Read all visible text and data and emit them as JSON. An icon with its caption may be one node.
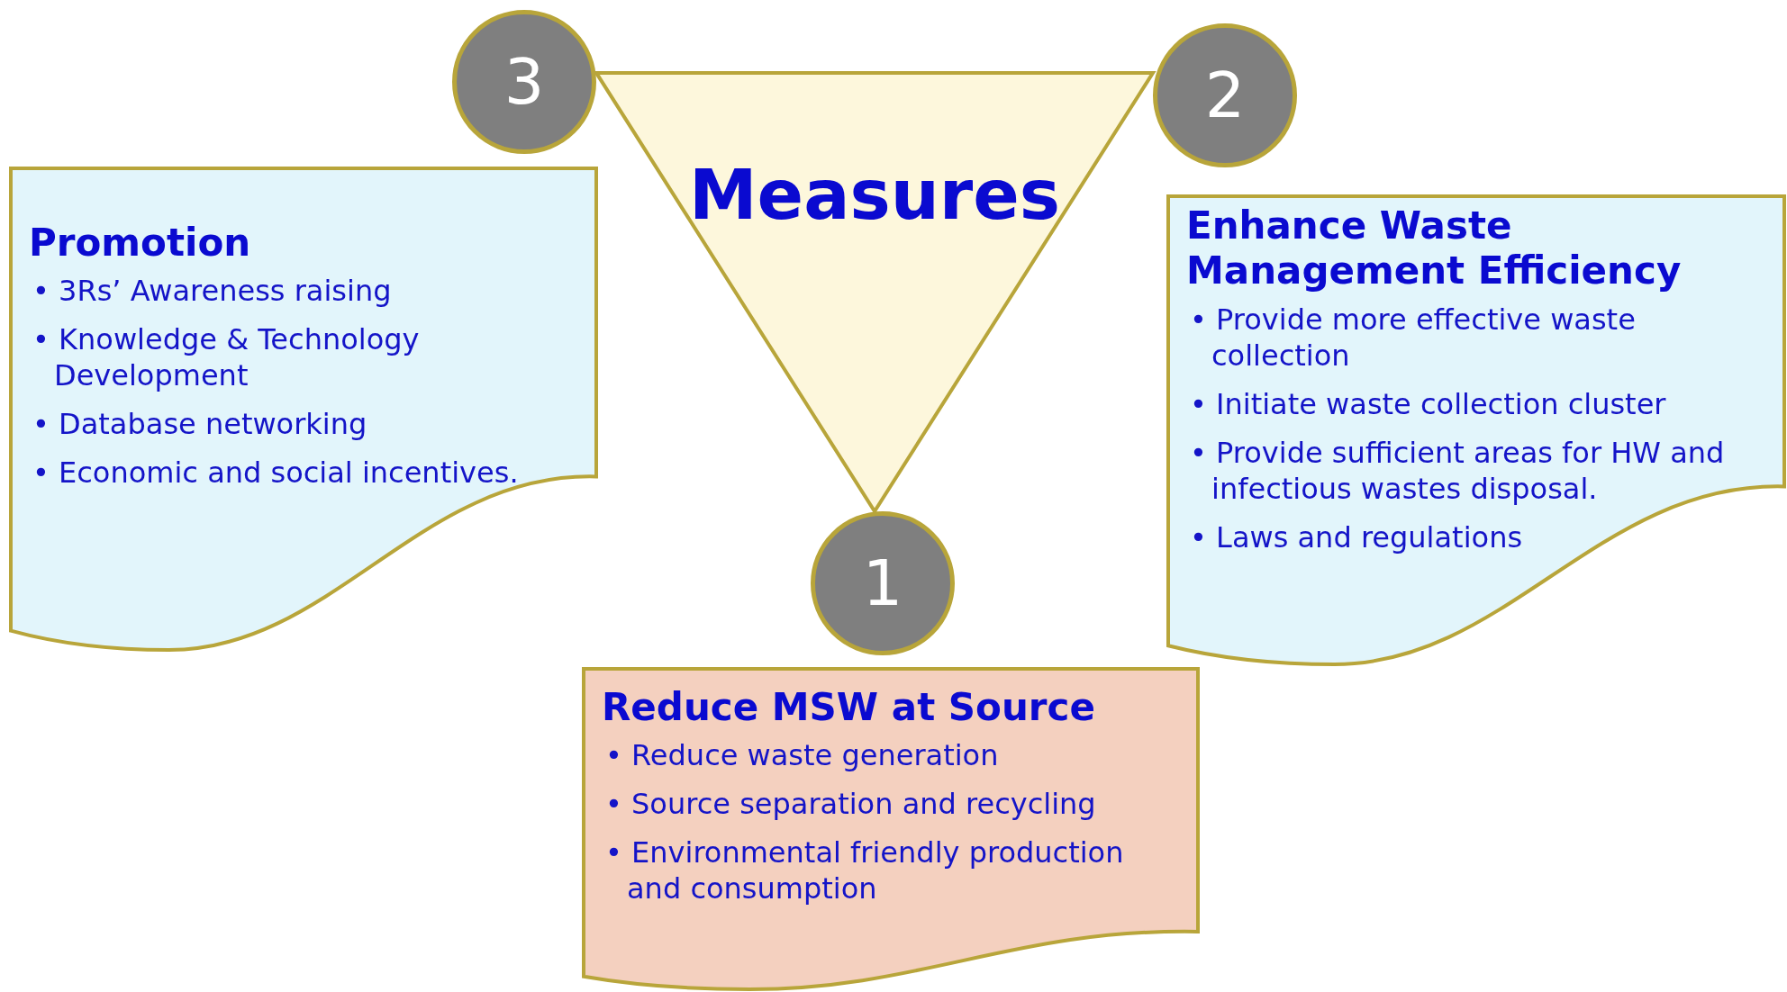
{
  "diagram": {
    "nodes": [
      {
        "text": [
          "Measures"
        ]
      },
      {
        "text": [
          "3"
        ]
      },
      {
        "text": [
          "2"
        ]
      },
      {
        "text": [
          "1"
        ]
      },
      {
        "text": [
          "Promotion",
          "• 3Rs’ Awareness raising",
          "• Knowledge & Technology Development",
          "• Database networking",
          "• Economic and social incentives."
        ]
      },
      {
        "text": [
          "Enhance Waste Management Efficiency",
          "• Provide more effective waste collection",
          "• Initiate waste collection cluster",
          "• Provide sufficient areas for HW and infectious wastes disposal.",
          "• Laws and regulations"
        ]
      },
      {
        "text": [
          "Reduce MSW at Source",
          "• Reduce waste generation",
          "• Source separation and recycling",
          "• Environmental friendly production and consumption"
        ]
      }
    ]
  }
}
